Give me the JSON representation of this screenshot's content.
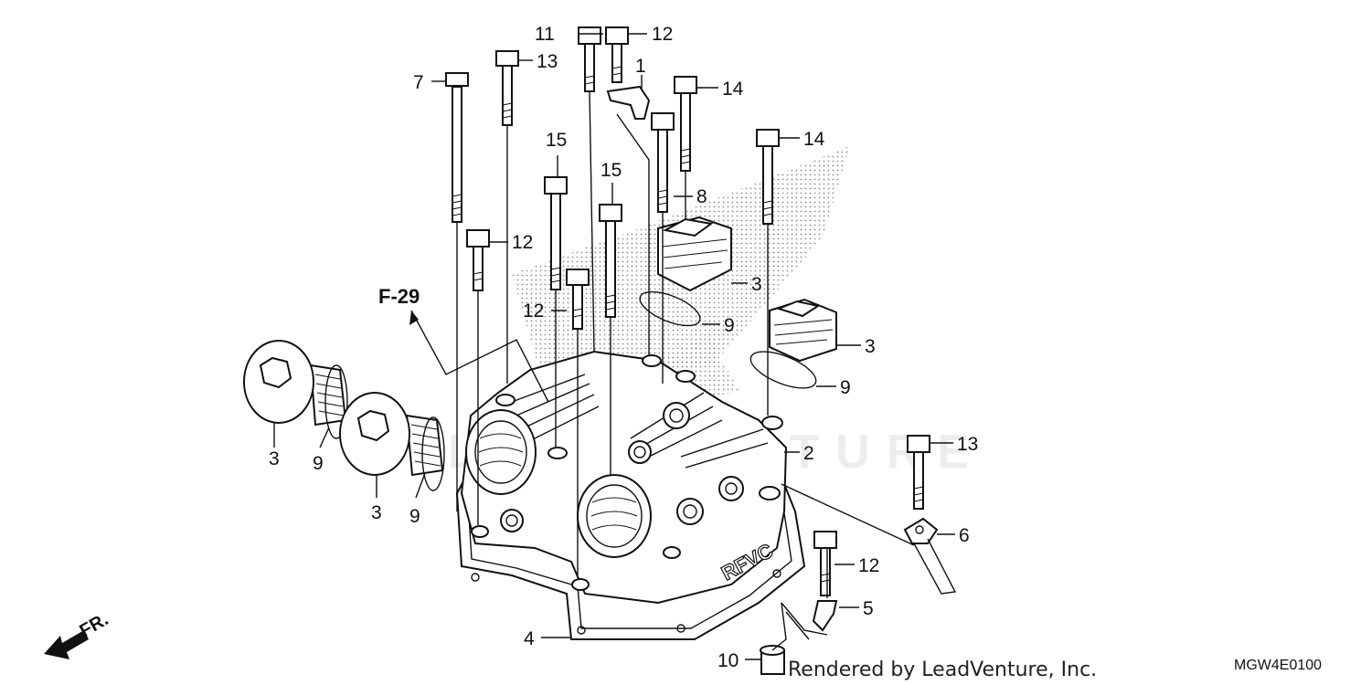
{
  "diagram": {
    "reference": "F-29",
    "direction_marker": "FR.",
    "credit": "Rendered by LeadVenture, Inc.",
    "diagram_code": "MGW4E0100",
    "watermark_text": "LEADVENTURE",
    "engraving": "RFVC"
  },
  "callouts": {
    "c11": "11",
    "c12a": "12",
    "c13a": "13",
    "c7": "7",
    "c1": "1",
    "c14a": "14",
    "c14b": "14",
    "c15a": "15",
    "c15b": "15",
    "c8": "8",
    "c12b": "12",
    "c3a": "3",
    "c12c": "12",
    "c9a": "9",
    "c3b": "3",
    "c9b": "9",
    "c3c": "3",
    "c9c": "9",
    "c3d": "3",
    "c9d": "9",
    "c2": "2",
    "c13b": "13",
    "c6": "6",
    "c12d": "12",
    "c5": "5",
    "c4": "4",
    "c10": "10"
  },
  "colors": {
    "line": "#111111",
    "screen": "#bdbdbd"
  }
}
